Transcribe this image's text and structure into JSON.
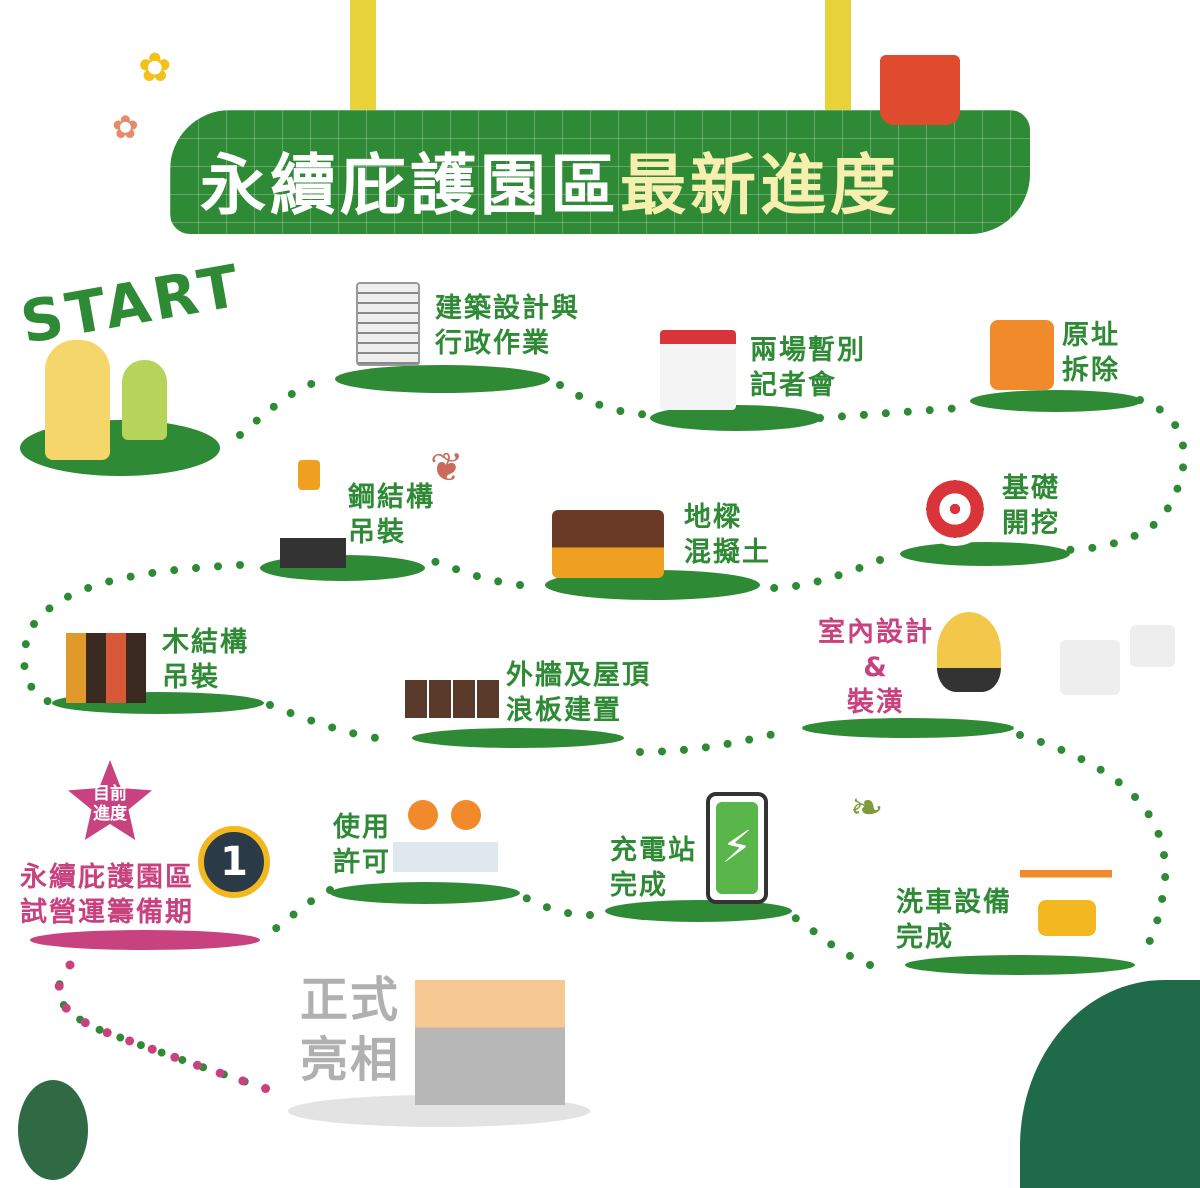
{
  "title": {
    "part1": "永續庇護園區",
    "part2": "最新進度"
  },
  "start": "START",
  "milestones": {
    "design": "建築設計與\n行政作業",
    "press": "兩場暫別\n記者會",
    "demolition": "原址\n拆除",
    "excavation": "基礎\n開挖",
    "beam": "地樑\n混擬土",
    "steel": "鋼結構\n吊裝",
    "wood": "木結構\n吊裝",
    "walls": "外牆及屋頂\n浪板建置",
    "interior": "室內設計\n&\n裝潢",
    "carwash": "洗車設備\n完成",
    "charging": "充電站\n完成",
    "permit": "使用\n許可",
    "current_badge": "目前\n進度",
    "trial": "永續庇護園區\n試營運籌備期",
    "badge_number": "1",
    "launch": "正式\n亮相"
  },
  "colors": {
    "green": "#2f8a35",
    "pink": "#c8427f",
    "grey": "#b0b0b0"
  }
}
